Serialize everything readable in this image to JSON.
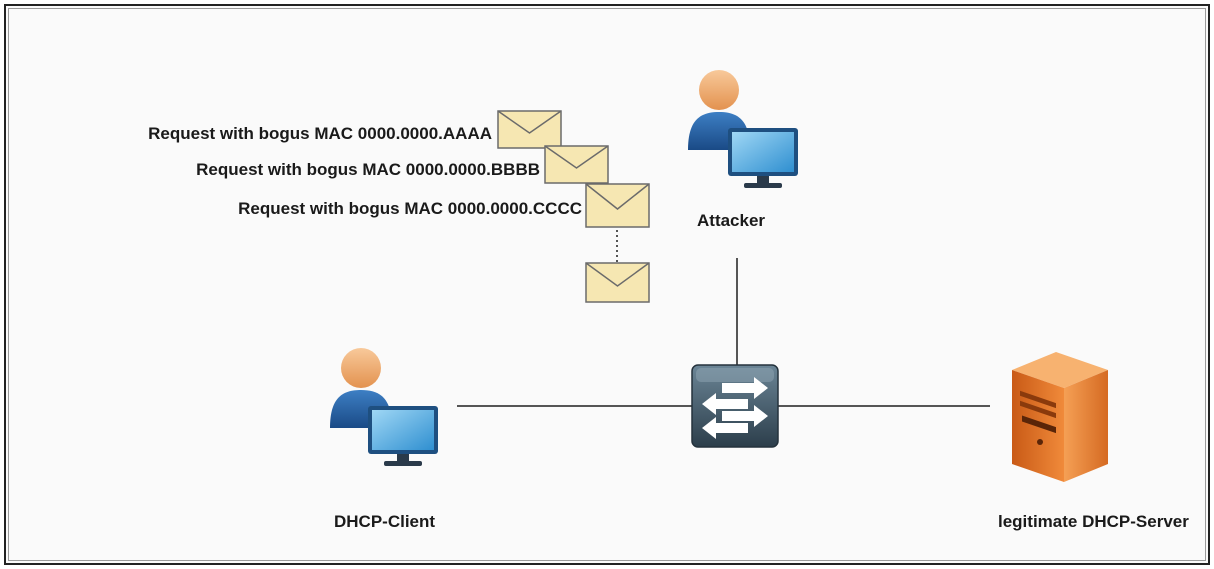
{
  "requests": [
    "Request with bogus MAC 0000.0000.AAAA",
    "Request with bogus MAC 0000.0000.BBBB",
    "Request with bogus MAC 0000.0000.CCCC"
  ],
  "nodes": {
    "attacker": "Attacker",
    "client": "DHCP-Client",
    "server": "legitimate DHCP-Server"
  },
  "icons": {
    "user": "user-with-monitor-icon",
    "switch": "network-switch-icon",
    "server": "server-tower-icon",
    "envelope": "envelope-icon"
  },
  "colors": {
    "envelope_fill": "#f6e7b2",
    "link_line": "#555555",
    "switch_body": "#3f5666",
    "server_body": "#e0762c",
    "person_head": "#f2b07a",
    "person_body": "#1f5b9b",
    "monitor_screen": "#5aaee0"
  }
}
